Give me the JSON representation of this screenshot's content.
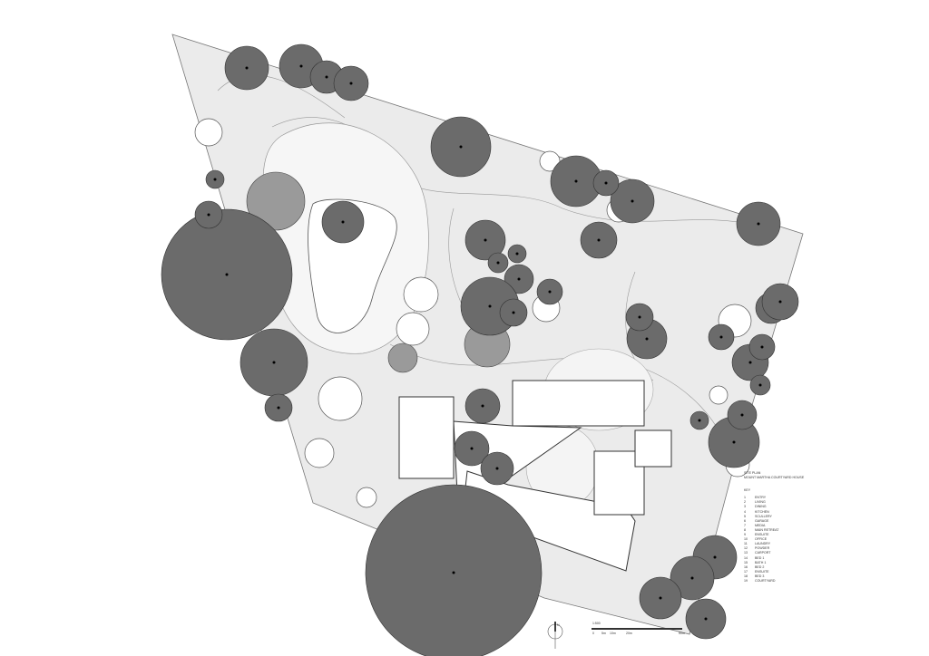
{
  "title": "SITE PLAN",
  "project": "MOUNT MARTHA COURTYARD HOUSE",
  "key_label": "KEY",
  "key": [
    {
      "n": "1",
      "label": "ENTRY"
    },
    {
      "n": "2",
      "label": "LIVING"
    },
    {
      "n": "3",
      "label": "DINING"
    },
    {
      "n": "4",
      "label": "KITCHEN"
    },
    {
      "n": "5",
      "label": "SCULLERY"
    },
    {
      "n": "6",
      "label": "GARAGE"
    },
    {
      "n": "7",
      "label": "MEDIA"
    },
    {
      "n": "8",
      "label": "MAIN RETREAT"
    },
    {
      "n": "9",
      "label": "ENSUITE"
    },
    {
      "n": "10",
      "label": "OFFICE"
    },
    {
      "n": "11",
      "label": "LAUNDRY"
    },
    {
      "n": "12",
      "label": "POWDER"
    },
    {
      "n": "13",
      "label": "CARPORT"
    },
    {
      "n": "14",
      "label": "BED 1"
    },
    {
      "n": "15",
      "label": "BATH 1"
    },
    {
      "n": "16",
      "label": "BED 2"
    },
    {
      "n": "17",
      "label": "ENSUITE"
    },
    {
      "n": "18",
      "label": "BED 3"
    },
    {
      "n": "19",
      "label": "COURTYARD"
    }
  ],
  "scale": {
    "ratio": "1:500",
    "ticks": [
      "0",
      "5m",
      "10m",
      "20m",
      "50m"
    ]
  },
  "north_label": "N",
  "colors": {
    "tree": "#6b6b6b",
    "site": "#ebebeb",
    "line": "#777777",
    "pool": "#ffffff"
  }
}
